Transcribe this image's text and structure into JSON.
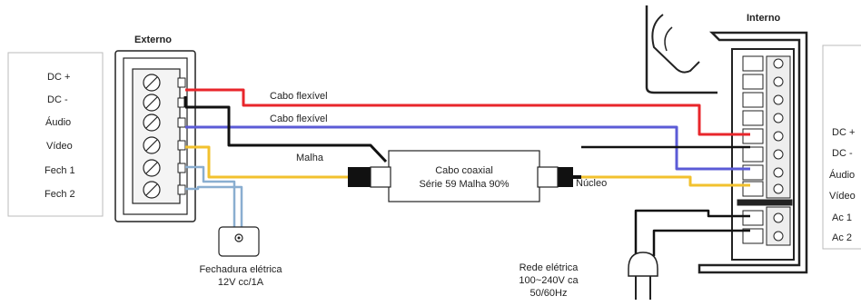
{
  "external": {
    "title": "Externo",
    "terminals": [
      "DC  +",
      "DC  -",
      "Áudio",
      "Vídeo",
      "Fech 1",
      "Fech 2"
    ]
  },
  "internal": {
    "title": "Interno",
    "terminals": [
      "DC  +",
      "DC  -",
      "Áudio",
      "Vídeo",
      "Ac 1",
      "Ac 2"
    ]
  },
  "cables": {
    "flex1": "Cabo flexível",
    "flex2": "Cabo flexível",
    "shield": "Malha",
    "core": "Núcleo"
  },
  "coax": {
    "line1": "Cabo coaxial",
    "line2": "Série 59 Malha 90%"
  },
  "lock": {
    "line1": "Fechadura elétrica",
    "line2": "12V cc/1A"
  },
  "mains": {
    "line1": "Rede elétrica",
    "line2": "100~240V ca",
    "line3": "50/60Hz"
  },
  "colors": {
    "red": "#e8262b",
    "blue": "#5b5bd6",
    "yellow": "#f2c12e",
    "black": "#111111",
    "lightblue": "#8aaed0"
  }
}
